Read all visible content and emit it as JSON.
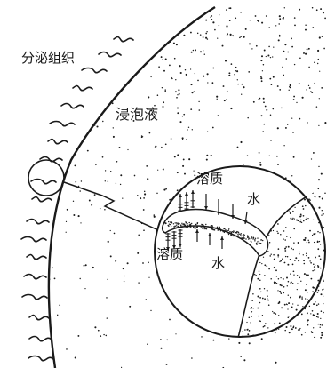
{
  "labels": {
    "secretory_tissue": "分泌组织",
    "steeping_liquid": "浸泡液",
    "solute_top": "溶质",
    "water_top": "水",
    "solute_bottom": "溶质",
    "water_bottom": "水"
  },
  "colors": {
    "ink": "#1a1a1a",
    "background": "#ffffff"
  }
}
